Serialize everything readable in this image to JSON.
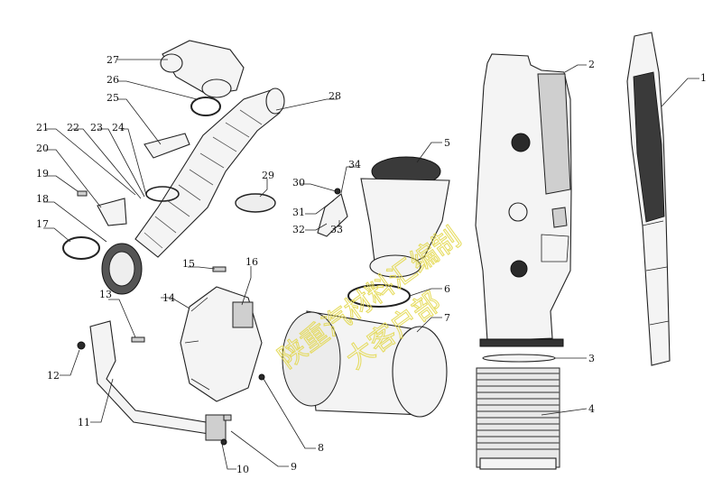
{
  "callouts": [
    {
      "id": "1",
      "text": "1"
    },
    {
      "id": "2",
      "text": "2"
    },
    {
      "id": "3",
      "text": "3"
    },
    {
      "id": "4",
      "text": "4"
    },
    {
      "id": "5",
      "text": "5"
    },
    {
      "id": "6",
      "text": "6"
    },
    {
      "id": "7",
      "text": "7"
    },
    {
      "id": "8",
      "text": "8"
    },
    {
      "id": "9",
      "text": "9"
    },
    {
      "id": "10",
      "text": "10"
    },
    {
      "id": "11",
      "text": "11"
    },
    {
      "id": "12",
      "text": "12"
    },
    {
      "id": "13",
      "text": "13"
    },
    {
      "id": "14",
      "text": "14"
    },
    {
      "id": "15",
      "text": "15"
    },
    {
      "id": "16",
      "text": "16"
    },
    {
      "id": "17",
      "text": "17"
    },
    {
      "id": "18",
      "text": "18"
    },
    {
      "id": "19",
      "text": "19"
    },
    {
      "id": "20",
      "text": "20"
    },
    {
      "id": "21",
      "text": "21"
    },
    {
      "id": "22",
      "text": "22"
    },
    {
      "id": "23",
      "text": "23"
    },
    {
      "id": "24",
      "text": "24"
    },
    {
      "id": "25",
      "text": "25"
    },
    {
      "id": "26",
      "text": "26"
    },
    {
      "id": "27",
      "text": "27"
    },
    {
      "id": "28",
      "text": "28"
    },
    {
      "id": "29",
      "text": "29"
    },
    {
      "id": "30",
      "text": "30"
    },
    {
      "id": "31",
      "text": "31"
    },
    {
      "id": "32",
      "text": "32"
    },
    {
      "id": "33",
      "text": "33"
    },
    {
      "id": "34",
      "text": "34"
    }
  ],
  "watermark": {
    "line1": "陕重汽材料汇编制",
    "line2": "大客户部"
  }
}
